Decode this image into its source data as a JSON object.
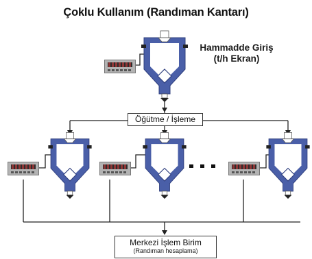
{
  "title": "Çoklu Kullanım (Randıman Kantarı)",
  "raw_input_label": {
    "line1": "Hammadde Giriş",
    "line2": "(t/h Ekran)"
  },
  "process_box": "Öğütme / İşleme",
  "central_unit": {
    "title": "Merkezi İşlem Birim",
    "subtitle": "(Randıman hesaplama)"
  },
  "separator": "■ ■ ■",
  "colors": {
    "hopper_blue": "#4a5fa8",
    "hopper_dark": "#2f3f7e",
    "line": "#222222",
    "indicator_gray": "#b3b3b3"
  },
  "icons": [
    "hopper-scale-icon",
    "weight-indicator-icon",
    "arrow-down-icon"
  ]
}
